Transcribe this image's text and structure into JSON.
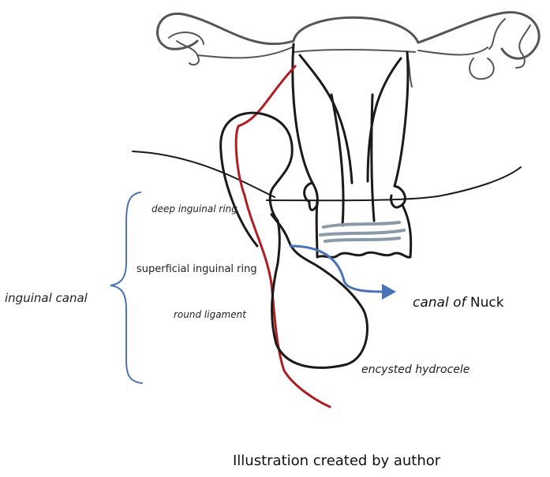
{
  "labels": {
    "deep_ring": "deep inguinal ring",
    "superficial_ring": "superficial inguinal ring",
    "round_ligament": "round ligament",
    "inguinal_canal": "inguinal canal",
    "canal_of_nuck_prefix": "canal of",
    "canal_of_nuck_suffix": "Nuck",
    "hydrocele": "encysted hydrocele"
  },
  "credit": "Illustration created by author",
  "colors": {
    "outline": "#1a1a1a",
    "sketch": "#555555",
    "ligament": "#b01e23",
    "brace": "#4a72b8",
    "arrow": "#4a72b8",
    "hatch": "#8a9aa8"
  }
}
